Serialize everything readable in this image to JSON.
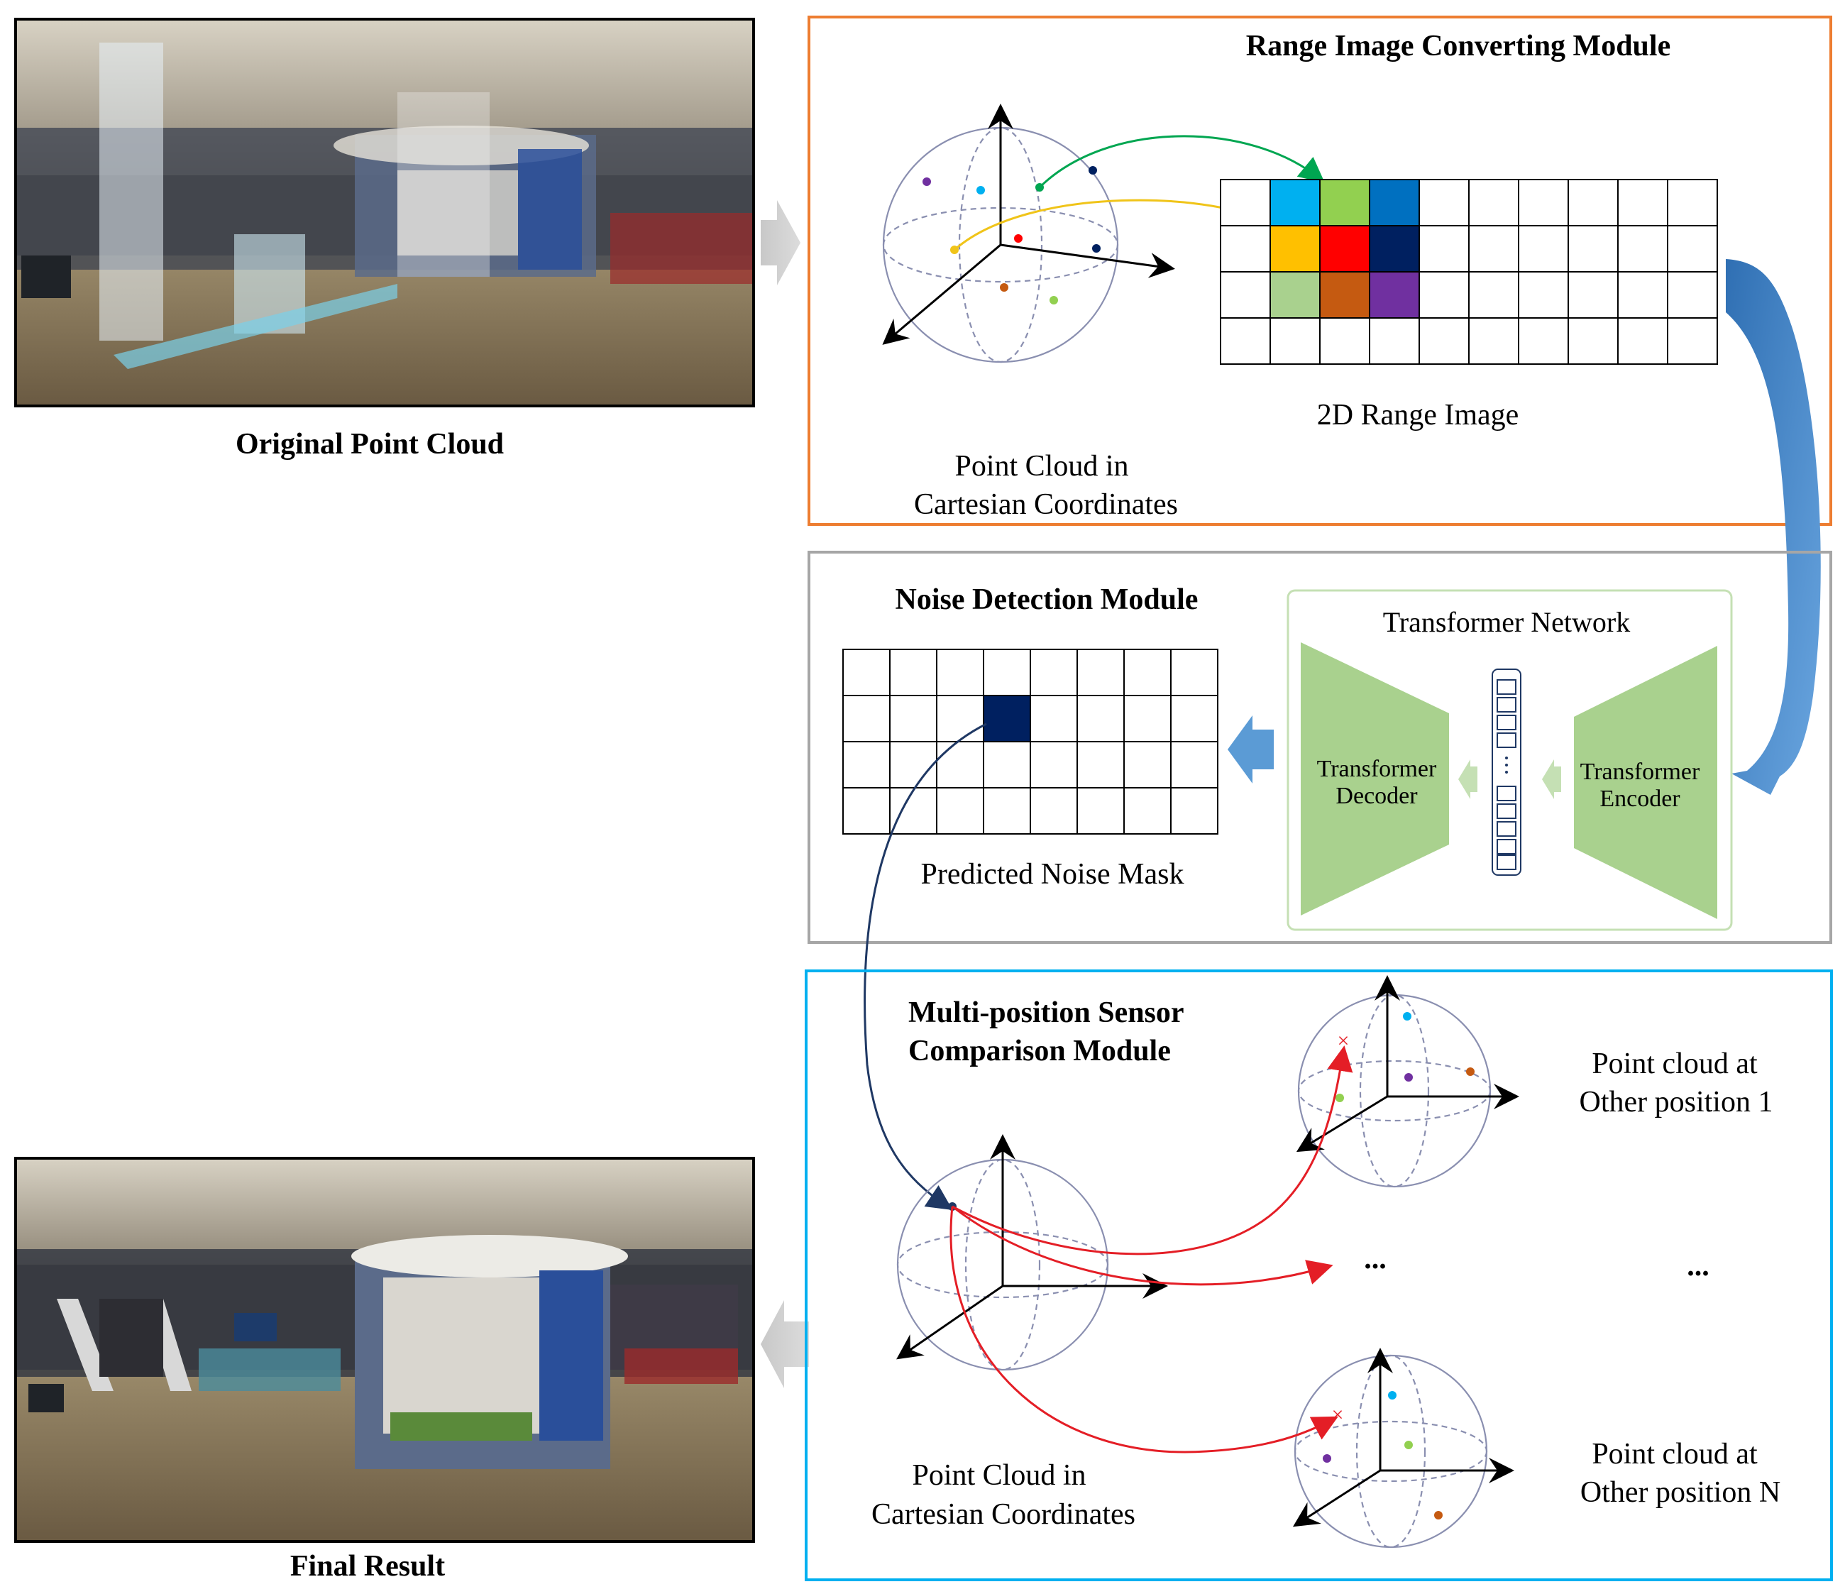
{
  "photos": {
    "original_caption": "Original Point Cloud",
    "final_caption": "Final Result"
  },
  "range_module": {
    "title": "Range Image Converting Module",
    "grid_caption": "2D Range Image",
    "sphere_caption_line1": "Point Cloud in",
    "sphere_caption_line2": "Cartesian Coordinates",
    "grid_cell_colors": [
      "#00b0f0",
      "#92d050",
      "#0070c0",
      "#ffc000",
      "#ff0000",
      "#002060",
      "#a9d18e",
      "#c55a11",
      "#7030a0"
    ]
  },
  "noise_module": {
    "title": "Noise Detection Module",
    "network_title": "Transformer Network",
    "decoder_line1": "Transformer",
    "decoder_line2": "Decoder",
    "encoder_line1": "Transformer",
    "encoder_line2": "Encoder",
    "mask_caption": "Predicted Noise Mask"
  },
  "comparison_module": {
    "title_line1": "Multi-position Sensor",
    "title_line2": "Comparison Module",
    "sphere_caption_line1": "Point Cloud in",
    "sphere_caption_line2": "Cartesian Coordinates",
    "pos1_line1": "Point cloud at",
    "pos1_line2": "Other position 1",
    "posN_line1": "Point cloud at",
    "posN_line2": "Other position N",
    "ellipsis": "...",
    "ellipsis2": "..."
  },
  "colors": {
    "range_border": "#ed7d31",
    "noise_border": "#a6a6a6",
    "comparison_border": "#00b0f0",
    "transformer_fill": "#a9d18e",
    "flow_arrow": "#5b9bd5",
    "mask_cell": "#002060",
    "comparison_arrow": "#e41e26"
  }
}
